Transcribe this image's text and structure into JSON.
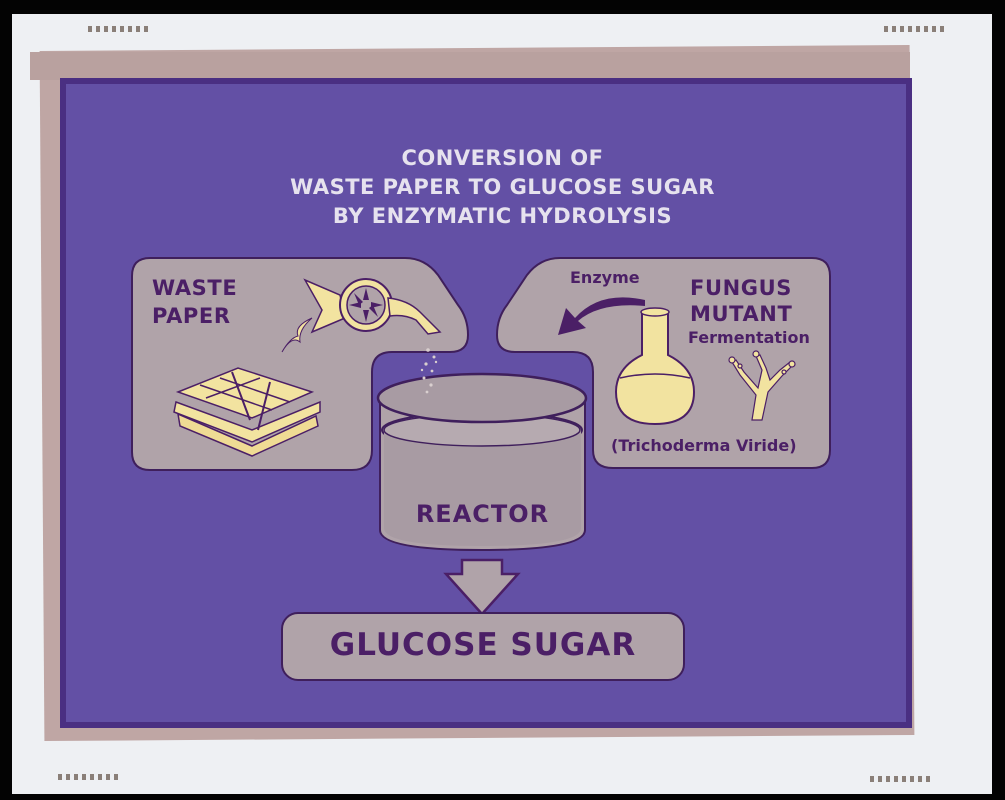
{
  "title": {
    "line1": "CONVERSION OF",
    "line2": "WASTE PAPER TO GLUCOSE SUGAR",
    "line3": "BY ENZYMATIC HYDROLYSIS"
  },
  "left_box": {
    "label_line1": "WASTE",
    "label_line2": "PAPER"
  },
  "right_box": {
    "enzyme_label": "Enzyme",
    "label_line1": "FUNGUS",
    "label_line2": "MUTANT",
    "fermentation_label": "Fermentation",
    "species_label": "(Trichoderma Viride)"
  },
  "reactor": {
    "label": "REACTOR"
  },
  "output": {
    "label": "GLUCOSE SUGAR"
  },
  "colors": {
    "background_panel": "#6350a5",
    "box_fill": "#b0a3a9",
    "text_dark": "#4b1f66",
    "title_text": "#e6e2ee",
    "flask_yellow": "#f2e3a0"
  }
}
